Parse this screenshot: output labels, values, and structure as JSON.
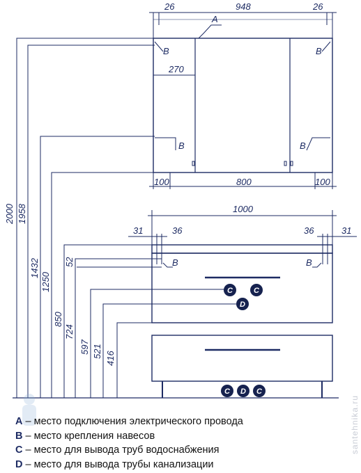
{
  "top_unit": {
    "width_labels": [
      "26",
      "948",
      "26"
    ],
    "cable_label": "A",
    "shelf_label": "270",
    "bottom_labels": [
      "100",
      "800",
      "100"
    ],
    "mount_label": "B"
  },
  "bottom_unit": {
    "total_width": "1000",
    "left_offsets": [
      "31",
      "36"
    ],
    "right_offsets": [
      "36",
      "31"
    ],
    "mount_label": "B",
    "water_label": "C",
    "drain_label": "D"
  },
  "height_labels": [
    "2000",
    "1958",
    "1432",
    "1250",
    "850",
    "724",
    "597",
    "521",
    "416",
    "52"
  ],
  "legend": [
    {
      "key": "A",
      "text": " – место подключения электрического провода"
    },
    {
      "key": "B",
      "text": " – место крепления навесов"
    },
    {
      "key": "C",
      "text": " – место для вывода труб водоснабжения"
    },
    {
      "key": "D",
      "text": " – место для вывода трубы канализации"
    }
  ],
  "watermark": "santehnika.ru",
  "colors": {
    "line": "#1d2b63",
    "marker_fill": "#16224f",
    "text": "#111111"
  }
}
